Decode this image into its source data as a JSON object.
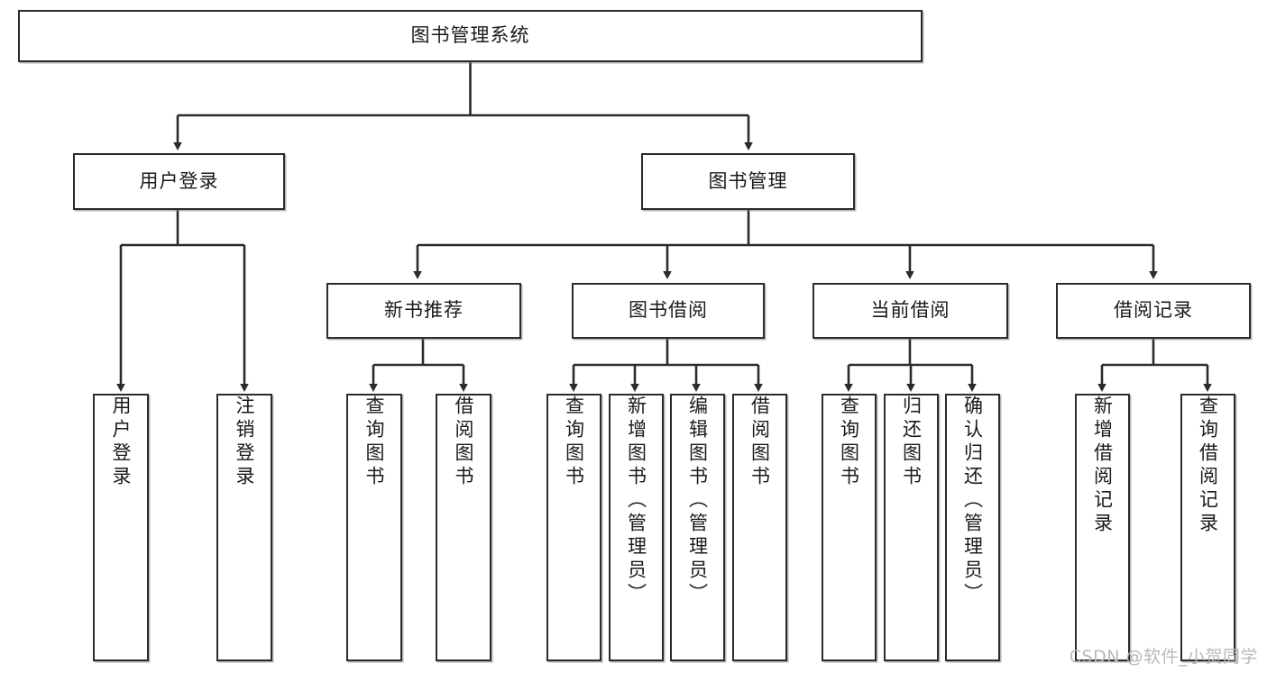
{
  "diagram": {
    "title": "图书管理系统",
    "type": "tree-hierarchy-diagram",
    "root": {
      "id": "root",
      "label": "图书管理系统"
    },
    "level2": [
      {
        "id": "user-login",
        "label": "用户登录"
      },
      {
        "id": "book-manage",
        "label": "图书管理"
      }
    ],
    "level3": [
      {
        "id": "new-book-rec",
        "label": "新书推荐",
        "parent": "book-manage"
      },
      {
        "id": "book-borrow",
        "label": "图书借阅",
        "parent": "book-manage"
      },
      {
        "id": "current-borrow",
        "label": "当前借阅",
        "parent": "book-manage"
      },
      {
        "id": "borrow-record",
        "label": "借阅记录",
        "parent": "book-manage"
      }
    ],
    "leaves": [
      {
        "id": "leaf-user-login",
        "label": "用户登录",
        "parent": "user-login"
      },
      {
        "id": "leaf-logout-login",
        "label": "注销登录",
        "parent": "user-login"
      },
      {
        "id": "leaf-query-book-1",
        "label": "查询图书",
        "parent": "new-book-rec"
      },
      {
        "id": "leaf-borrow-book-1",
        "label": "借阅图书",
        "parent": "new-book-rec"
      },
      {
        "id": "leaf-query-book-2",
        "label": "查询图书",
        "parent": "book-borrow"
      },
      {
        "id": "leaf-add-book",
        "label": "新增图书（管理员）",
        "parent": "book-borrow"
      },
      {
        "id": "leaf-edit-book",
        "label": "编辑图书（管理员）",
        "parent": "book-borrow"
      },
      {
        "id": "leaf-borrow-book-2",
        "label": "借阅图书",
        "parent": "book-borrow"
      },
      {
        "id": "leaf-query-book-3",
        "label": "查询图书",
        "parent": "current-borrow"
      },
      {
        "id": "leaf-return-book",
        "label": "归还图书",
        "parent": "current-borrow"
      },
      {
        "id": "leaf-confirm-return",
        "label": "确认归还（管理员）",
        "parent": "current-borrow"
      },
      {
        "id": "leaf-add-record",
        "label": "新增借阅记录",
        "parent": "borrow-record"
      },
      {
        "id": "leaf-query-record",
        "label": "查询借阅记录",
        "parent": "borrow-record"
      }
    ],
    "watermark": "CSDN @软件_小贺同学",
    "colors": {
      "border": "#2b2b2b",
      "text": "#1a1a1a",
      "background": "#ffffff",
      "connector": "#2b2b2b",
      "watermark": "#b9b9b9"
    }
  }
}
